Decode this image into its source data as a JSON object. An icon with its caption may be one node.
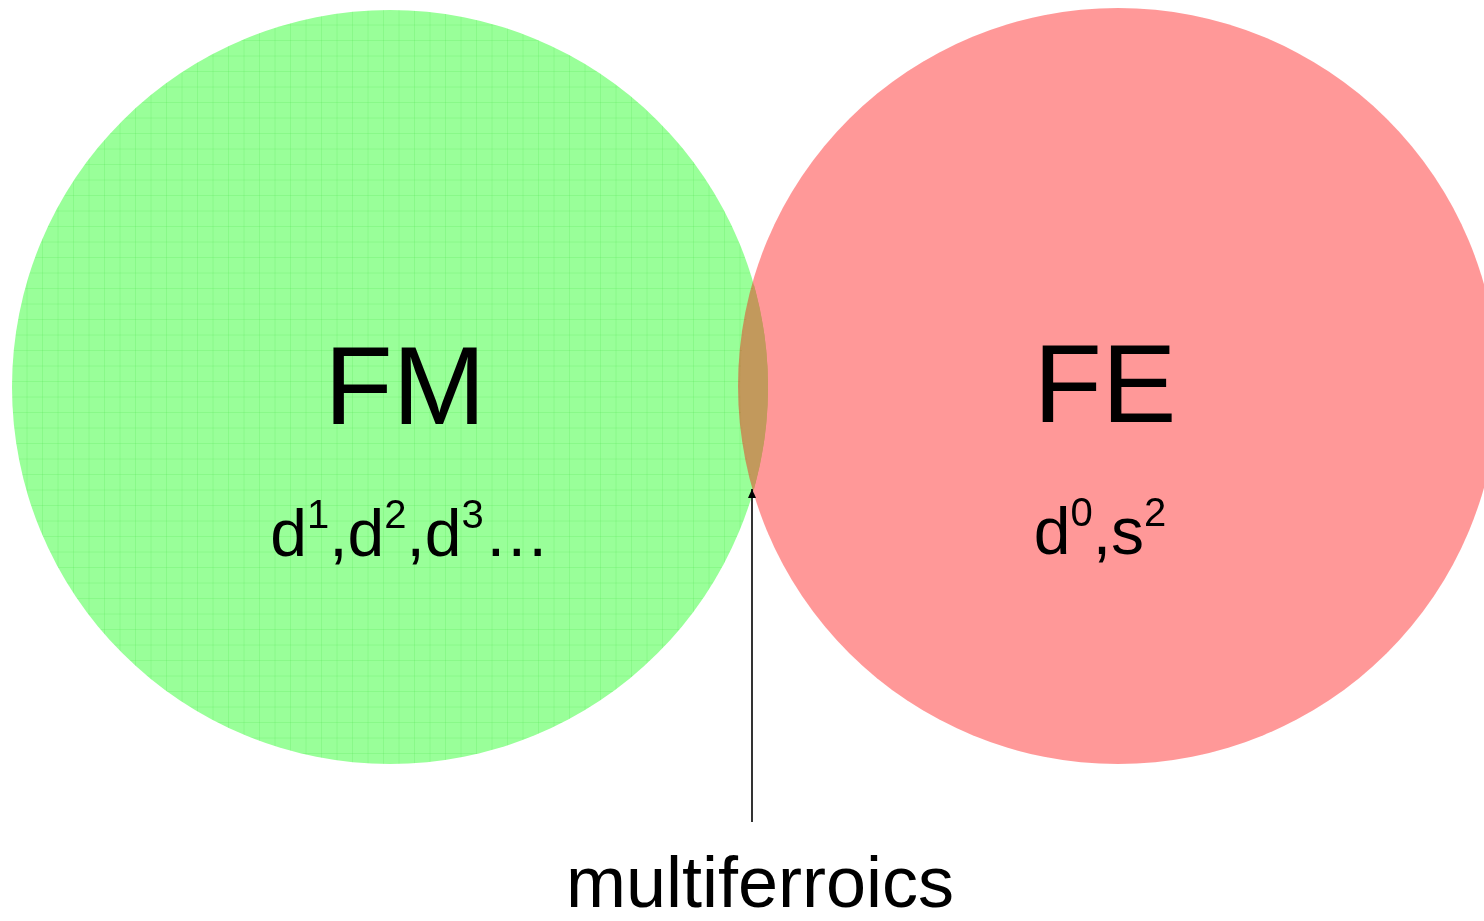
{
  "diagram": {
    "nodes": [
      {
        "text": [
          "FM",
          "d$^{1}$,d$^{2}$,d$^{3}$…"
        ]
      },
      {
        "text": [
          "FE",
          "d$^{0}$,s$^{2}$"
        ]
      },
      {
        "text": [
          "multiferroics"
        ]
      },
      {
        "text": [],
        "shape": "lens"
      }
    ],
    "edges": [
      {
        "from": 2,
        "to": 3,
        "arrow": "to"
      }
    ]
  }
}
